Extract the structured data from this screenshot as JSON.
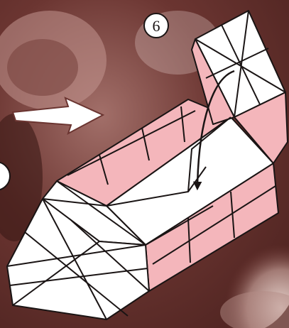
{
  "step": {
    "number": "6"
  },
  "colors": {
    "background_dark": "#5a2a26",
    "background_mid": "#8a5450",
    "background_light": "#c9a8a2",
    "paper_white": "#ffffff",
    "paper_pink": "#f4b6bb",
    "line": "#1a1414"
  },
  "icons": {
    "step_badge": "circled-number",
    "direction_arrow": "hollow-right-arrow",
    "fold_arrow": "curved-down-arrow"
  }
}
